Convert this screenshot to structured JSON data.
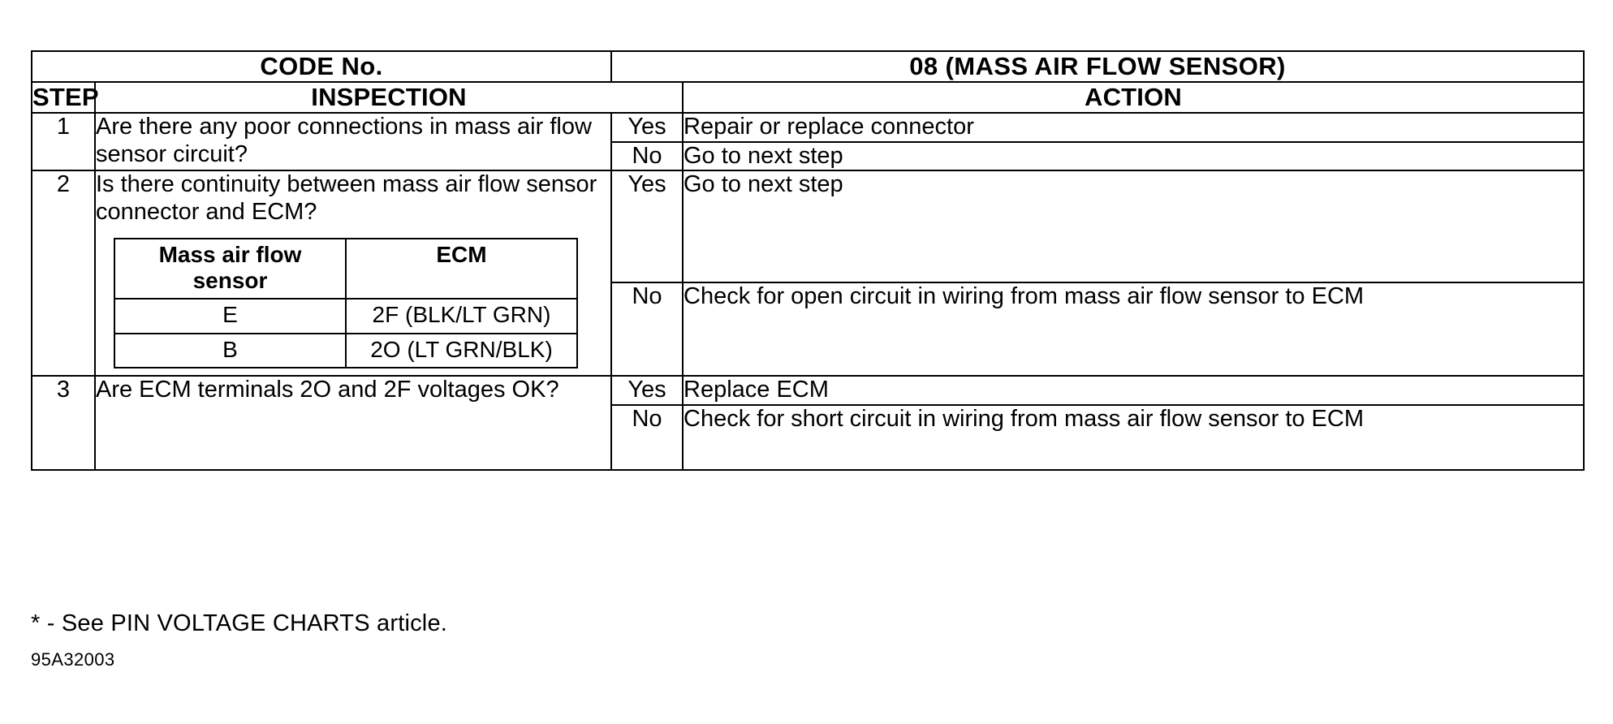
{
  "document": {
    "code_label": "CODE No.",
    "code_title": "08 (MASS AIR FLOW SENSOR)",
    "footnote": "* - See PIN VOLTAGE CHARTS article.",
    "doc_id": "95A32003"
  },
  "table": {
    "headers": {
      "step": "STEP",
      "inspection": "INSPECTION",
      "action": "ACTION"
    },
    "rows": [
      {
        "step": "1",
        "inspection": "Are there any poor connections in mass air flow sensor circuit?",
        "outcomes": [
          {
            "answer": "Yes",
            "action": "Repair or replace connector"
          },
          {
            "answer": "No",
            "action": "Go to next step"
          }
        ]
      },
      {
        "step": "2",
        "inspection": "Is there continuity between mass air flow sensor connector and ECM?",
        "subtable": {
          "headers": [
            "Mass air flow sensor",
            "ECM"
          ],
          "rows": [
            [
              "E",
              "2F (BLK/LT GRN)"
            ],
            [
              "B",
              "2O (LT GRN/BLK)"
            ]
          ]
        },
        "outcomes": [
          {
            "answer": "Yes",
            "action": "Go to next step"
          },
          {
            "answer": "No",
            "action": "Check for open circuit in wiring from mass air flow sensor to ECM"
          }
        ]
      },
      {
        "step": "3",
        "inspection": "Are ECM terminals 2O and 2F voltages OK?",
        "outcomes": [
          {
            "answer": "Yes",
            "action": "Replace ECM"
          },
          {
            "answer": "No",
            "action": "Check for short circuit in wiring from mass air flow sensor to ECM"
          }
        ]
      }
    ]
  }
}
